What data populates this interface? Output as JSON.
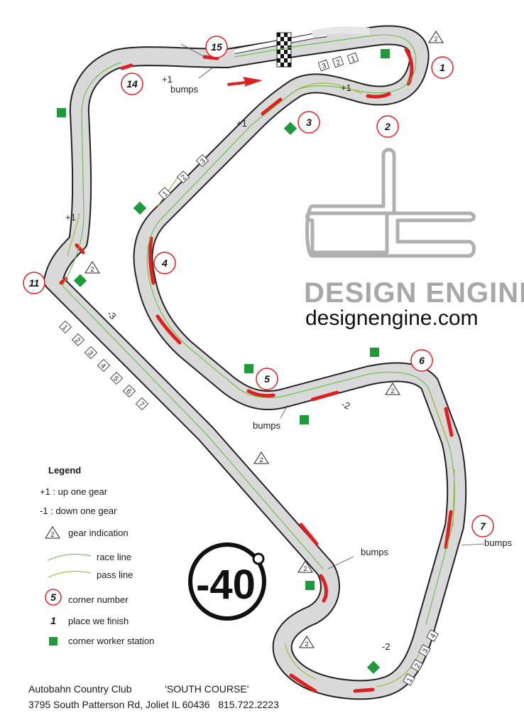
{
  "track": {
    "corners": [
      "1",
      "2",
      "3",
      "4",
      "5",
      "6",
      "7",
      "11",
      "14",
      "15"
    ],
    "finish_positions": [
      "1",
      "2",
      "3",
      "4",
      "5",
      "6",
      "7"
    ],
    "gear_markers": [
      "2",
      "2",
      "2",
      "2",
      "2",
      "2"
    ],
    "gear_changes": [
      "+1",
      "+1",
      "+1",
      "+1",
      "-3",
      "-2",
      "-2"
    ],
    "bumps_label": "bumps"
  },
  "brand": {
    "name": "DESIGN ENGINE",
    "url": "designengine.com",
    "badge": "-40"
  },
  "legend": {
    "title": "Legend",
    "up_gear": "+1 : up one gear",
    "down_gear": "-1 : down one gear",
    "gear_indication": "gear indication",
    "gear_symbol": "2",
    "race_line": "race line",
    "pass_line": "pass line",
    "corner_number": "corner number",
    "corner_symbol": "5",
    "place_finish": "place we finish",
    "place_symbol": "1",
    "worker_station": "corner worker station"
  },
  "footer": {
    "club": "Autobahn Country Club",
    "course": "'SOUTH COURSE'",
    "address": "3795 South Patterson Rd, Joliet IL 60436",
    "phone": "815.722.2223"
  },
  "colors": {
    "track_fill": "#d9d9d9",
    "track_edge": "#222222",
    "curb": "#e02020",
    "race_line": "#6cc24a",
    "pass_line": "#a7b83a",
    "worker": "#1e9a3c",
    "logo_gray": "#a8a8a8"
  }
}
